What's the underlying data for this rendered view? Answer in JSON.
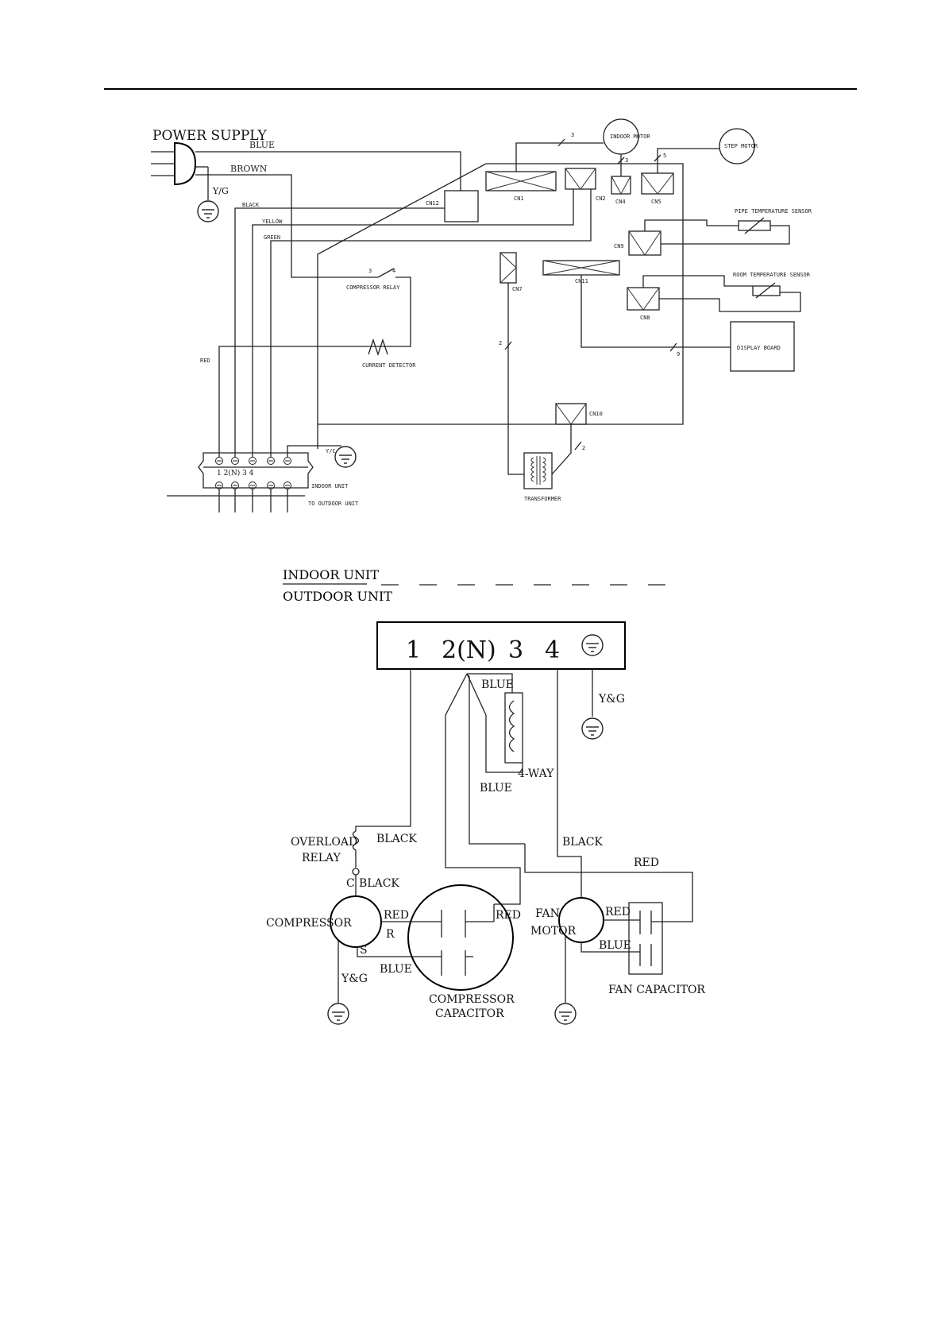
{
  "indoor_diagram": {
    "power_supply": "POWER SUPPLY",
    "wires": {
      "blue": "BLUE",
      "brown": "BROWN",
      "yg": "Y/G",
      "black": "BLACK",
      "yellow": "YELLOW",
      "green": "GREEN",
      "red": "RED",
      "yc_terminal": "Y/C"
    },
    "connectors": {
      "cn12": "CN12",
      "cn1": "CN1",
      "cn2": "CN2",
      "cn4": "CN4",
      "cn5": "CN5",
      "cn9": "CN9",
      "cn7": "CN7",
      "cn11": "CN11",
      "cn8": "CN8",
      "cn10": "CN10"
    },
    "components": {
      "indoor_motor": "INDOOR MOTOR",
      "step_motor": "STEP MOTOR",
      "pipe_sensor": "PIPE TEMPERATURE SENSOR",
      "room_sensor": "ROOM TEMPERATURE SENSOR",
      "compressor_relay": "COMPRESSOR RELAY",
      "current_detector": "CURRENT DETECTOR",
      "display_board": "DISPLAY BOARD",
      "transformer": "TRANSFORMER"
    },
    "bus_counts": {
      "n3a": "3",
      "n3b": "3",
      "n5": "5",
      "n2a": "2",
      "n9": "9",
      "n2b": "2"
    },
    "relay_pins": {
      "p3": "3",
      "p4": "4"
    },
    "terminal_labels": "1 2(N) 3 4",
    "indoor_unit": "INDOOR UNIT",
    "to_outdoor_unit": "TO OUTDOOR UNIT"
  },
  "outdoor_diagram": {
    "indoor_unit": "INDOOR UNIT",
    "outdoor_unit": "OUTDOOR UNIT",
    "terminals": {
      "t1": "1",
      "t2": "2(N)",
      "t3": "3",
      "t4": "4"
    },
    "labels": {
      "blue_top": "BLUE",
      "four_way": "4-WAY",
      "blue_bottom": "BLUE",
      "yg_right": "Y&G",
      "overload_relay_1": "OVERLOAD",
      "overload_relay_2": "RELAY",
      "black_left": "BLACK",
      "black_right": "BLACK",
      "red_top": "RED",
      "c_pin": "C",
      "black_c": "BLACK",
      "compressor": "COMPRESSOR",
      "red_r": "RED",
      "r_pin": "R",
      "s_pin": "S",
      "blue_s": "BLUE",
      "red_cap": "RED",
      "yg_left": "Y&G",
      "comp_cap_1": "COMPRESSOR",
      "comp_cap_2": "CAPACITOR",
      "fan_1": "FAN",
      "fan_2": "MOTOR",
      "red_fan": "RED",
      "blue_fan": "BLUE",
      "fan_capacitor": "FAN CAPACITOR"
    }
  }
}
